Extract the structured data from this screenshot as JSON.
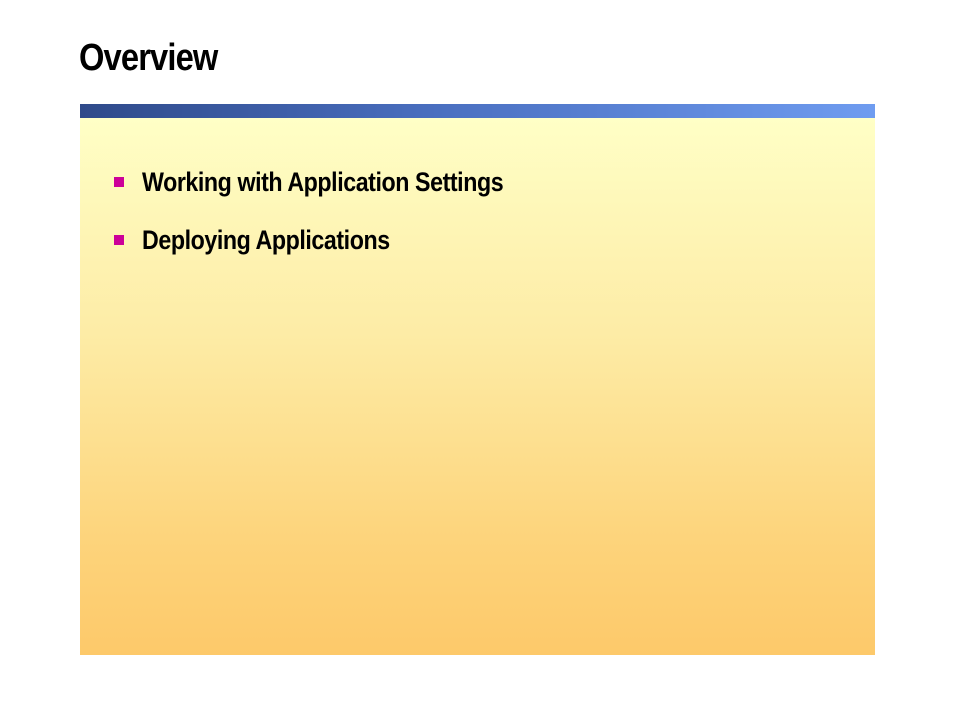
{
  "slide": {
    "title": "Overview",
    "bullets": [
      {
        "text": "Working with Application Settings"
      },
      {
        "text": "Deploying Applications"
      }
    ]
  },
  "colors": {
    "bullet": "#cc0099",
    "title_bar_start": "#2f4a8a",
    "title_bar_end": "#6f9cf0",
    "panel_top": "#ffffc6",
    "panel_bottom": "#fdc96a"
  }
}
